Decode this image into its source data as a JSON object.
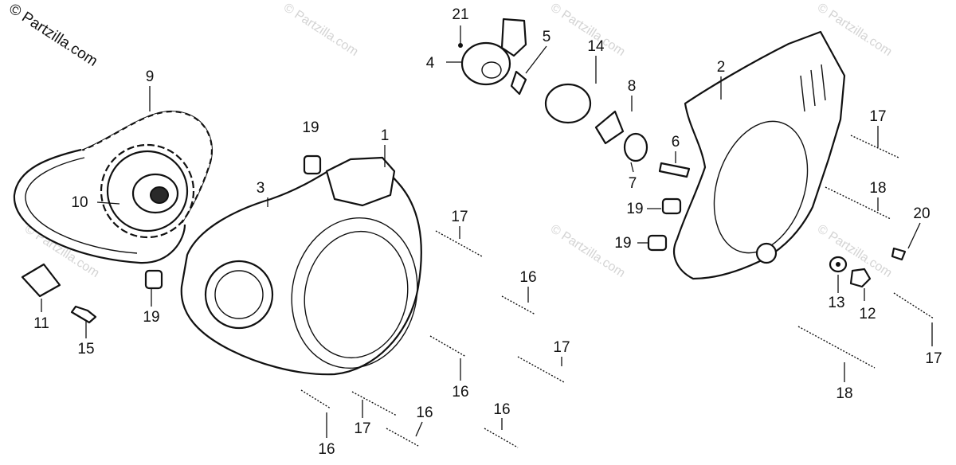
{
  "watermark": "© Partzilla.com",
  "callouts": [
    {
      "id": "c21",
      "label": "21"
    },
    {
      "id": "c5",
      "label": "5"
    },
    {
      "id": "c4",
      "label": "4"
    },
    {
      "id": "c14",
      "label": "14"
    },
    {
      "id": "c8",
      "label": "8"
    },
    {
      "id": "c2",
      "label": "2"
    },
    {
      "id": "c9",
      "label": "9"
    },
    {
      "id": "c19a",
      "label": "19"
    },
    {
      "id": "c1",
      "label": "1"
    },
    {
      "id": "c3",
      "label": "3"
    },
    {
      "id": "c10",
      "label": "10"
    },
    {
      "id": "c6",
      "label": "6"
    },
    {
      "id": "c7",
      "label": "7"
    },
    {
      "id": "c17a",
      "label": "17"
    },
    {
      "id": "c18a",
      "label": "18"
    },
    {
      "id": "c19b",
      "label": "19"
    },
    {
      "id": "c20",
      "label": "20"
    },
    {
      "id": "c17b",
      "label": "17"
    },
    {
      "id": "c19c",
      "label": "19"
    },
    {
      "id": "c16a",
      "label": "16"
    },
    {
      "id": "c11",
      "label": "11"
    },
    {
      "id": "c19d",
      "label": "19"
    },
    {
      "id": "c13",
      "label": "13"
    },
    {
      "id": "c12",
      "label": "12"
    },
    {
      "id": "c15",
      "label": "15"
    },
    {
      "id": "c17c",
      "label": "17"
    },
    {
      "id": "c17d",
      "label": "17"
    },
    {
      "id": "c16b",
      "label": "16"
    },
    {
      "id": "c18b",
      "label": "18"
    },
    {
      "id": "c16c",
      "label": "16"
    },
    {
      "id": "c17e",
      "label": "17"
    },
    {
      "id": "c16d",
      "label": "16"
    },
    {
      "id": "c16e",
      "label": "16"
    },
    {
      "id": "c16f",
      "label": "16"
    }
  ]
}
